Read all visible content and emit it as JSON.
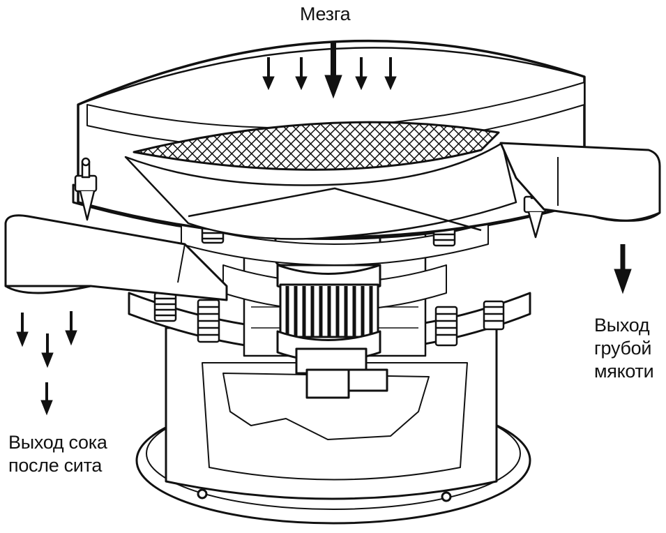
{
  "labels": {
    "input": "Мезга",
    "juice_line1": "Выход сока",
    "juice_line2": "после сита",
    "pulp_line1": "Выход",
    "pulp_line2": "грубой",
    "pulp_line3": "мякоти"
  },
  "colors": {
    "ink": "#111111",
    "paper": "#ffffff",
    "metal": "#f4f4f4"
  }
}
